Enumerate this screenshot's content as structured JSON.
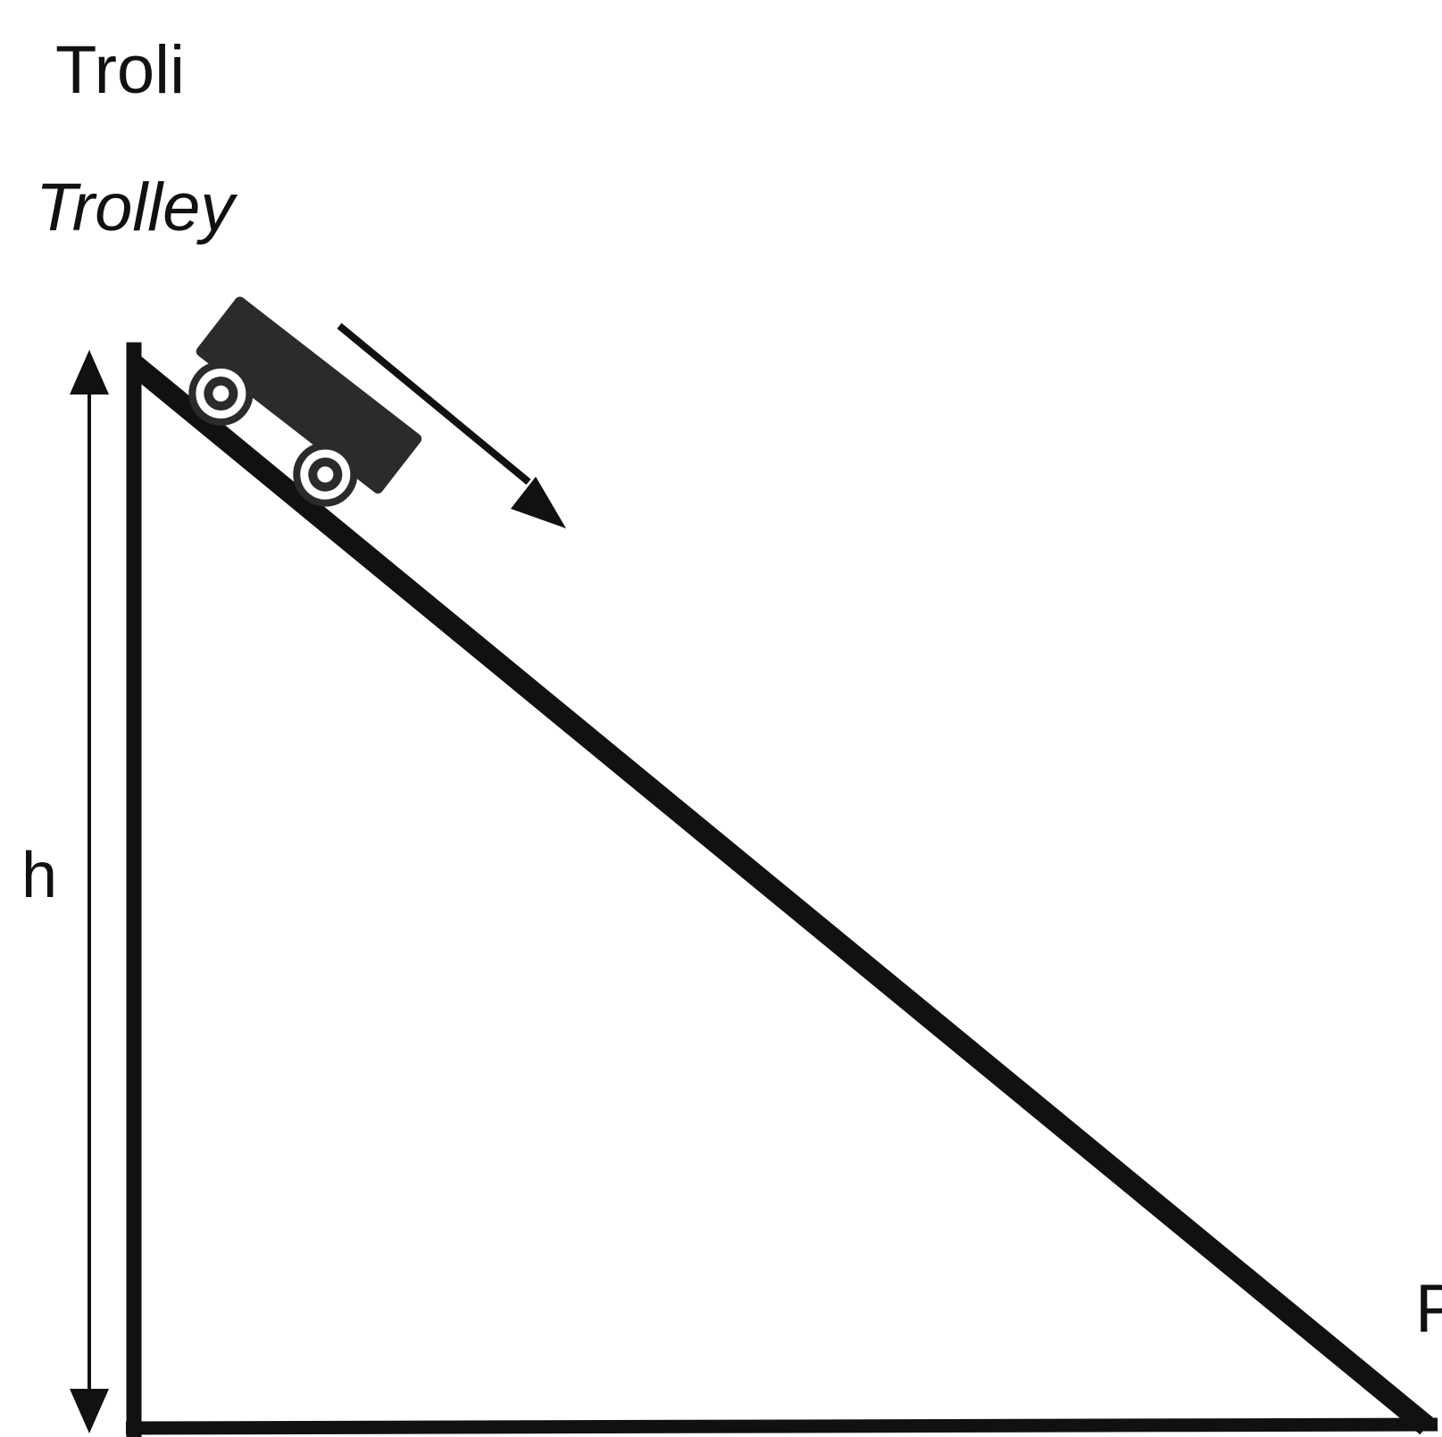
{
  "labels": {
    "title_ms": "Troli",
    "title_en": "Trolley",
    "height": "h",
    "point": "P"
  },
  "colors": {
    "ink": "#111111",
    "trolley": "#2b2b2b",
    "background": "#ffffff"
  }
}
